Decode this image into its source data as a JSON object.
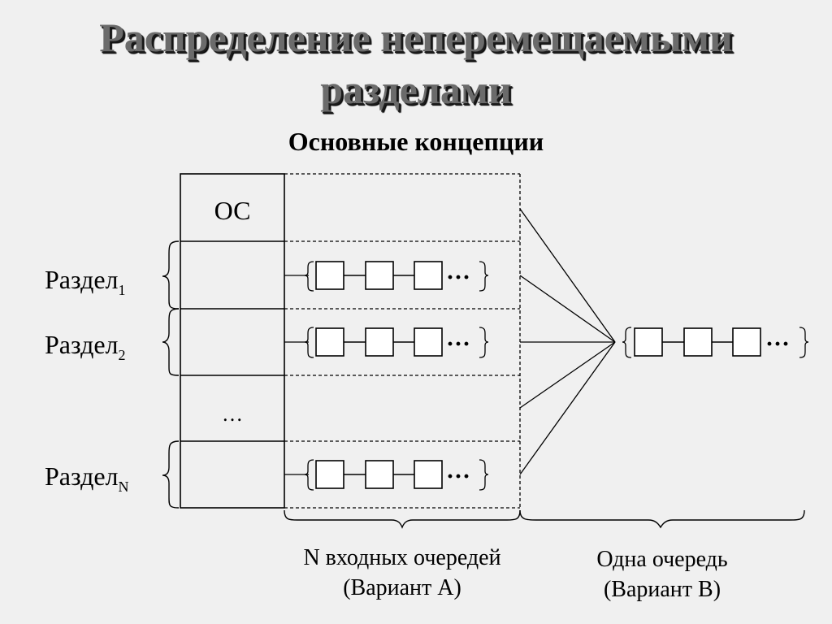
{
  "title": {
    "line1": "Распределение неперемещаемыми",
    "line2": "разделами"
  },
  "subtitle": "Основные концепции",
  "memory": {
    "os_label": "ОС",
    "ellipsis": "…",
    "partitions": [
      {
        "name": "Раздел",
        "sub": "1"
      },
      {
        "name": "Раздел",
        "sub": "2"
      },
      {
        "name": "Раздел",
        "sub": "N"
      }
    ]
  },
  "queue": {
    "ellipsis": "···"
  },
  "captions": {
    "variant_a": {
      "line1": "N входных очередей",
      "line2": "(Вариант А)"
    },
    "variant_b": {
      "line1": "Одна очередь",
      "line2": "(Вариант В)"
    }
  }
}
